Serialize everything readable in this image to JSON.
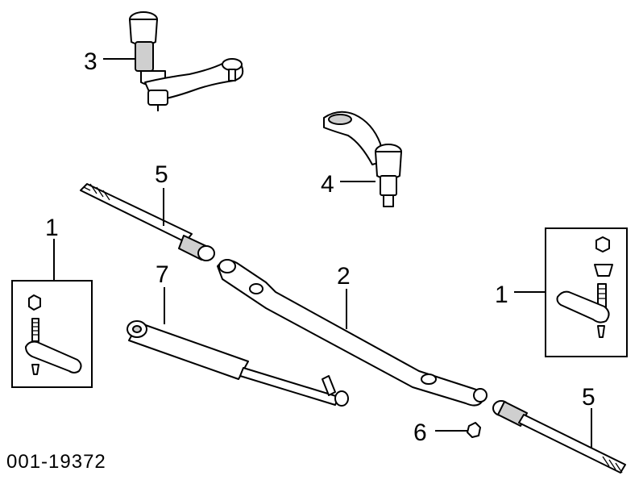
{
  "diagram_code": "001-19372",
  "callouts": {
    "tie_rod_end_left": "1",
    "tie_rod_end_right": "1",
    "center_link": "2",
    "idler_arm": "3",
    "pitman_arm": "4",
    "adjuster_sleeve_upper": "5",
    "adjuster_sleeve_lower": "5",
    "nut": "6",
    "steering_damper": "7"
  }
}
